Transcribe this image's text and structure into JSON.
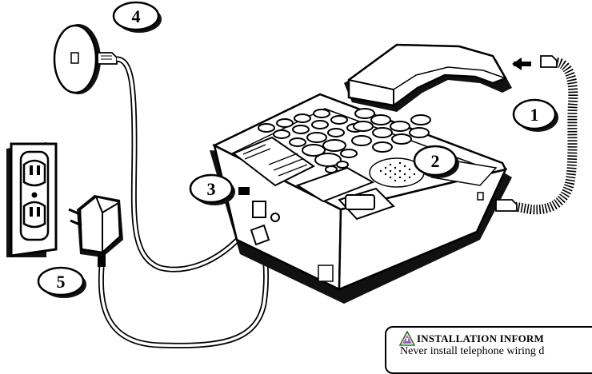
{
  "callouts": [
    "1",
    "2",
    "3",
    "4",
    "5"
  ],
  "notice": {
    "title": "INSTALLATION INFORM",
    "body": "Never install telephone wiring d"
  },
  "icons": {
    "warning": "warning-triangle-icon",
    "jack": "wall-phone-jack-icon",
    "outlet": "electrical-outlet-icon",
    "adapter": "ac-power-adapter-icon",
    "phone": "telephone-base-icon",
    "handset": "handset-icon"
  }
}
